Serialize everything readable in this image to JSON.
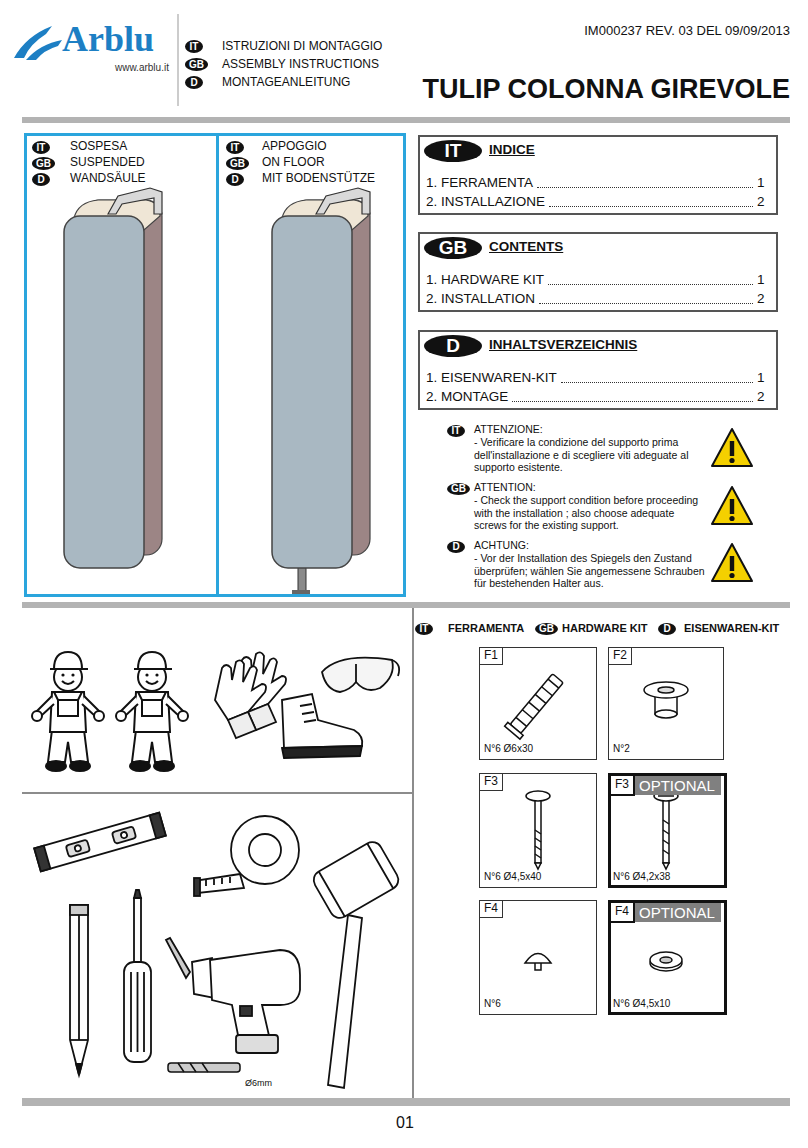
{
  "diagram": {
    "title": "TULIP COLONNA GIREVOLE",
    "nodes": [
      {
        "text": [
          "IT"
        ]
      },
      {
        "text": [
          "GB"
        ]
      },
      {
        "text": [
          "D"
        ]
      },
      {
        "text": [
          "SOSPESA",
          "SUSPENDED",
          "WANDSÄULE"
        ]
      },
      {
        "text": [
          "IT"
        ],
        "in": 3
      },
      {
        "text": [
          "GB"
        ],
        "in": 3
      },
      {
        "text": [
          "D"
        ],
        "in": 3
      },
      {
        "text": [
          "APPOGGIO",
          "ON FLOOR",
          "MIT BODENSTÜTZE"
        ]
      },
      {
        "text": [
          "IT"
        ],
        "in": 7
      },
      {
        "text": [
          "GB"
        ],
        "in": 7
      },
      {
        "text": [
          "D"
        ],
        "in": 7
      },
      {
        "text": [
          "INDICE",
          "1. FERRAMENTA",
          "1",
          "2. INSTALLAZIONE",
          "2"
        ]
      },
      {
        "text": [
          "IT"
        ],
        "in": 11
      },
      {
        "text": [
          "CONTENTS",
          "1. HARDWARE KIT",
          "1",
          "2. INSTALLATION",
          "2"
        ]
      },
      {
        "text": [
          "GB"
        ],
        "in": 13
      },
      {
        "text": [
          "INHALTSVERZEICHNIS",
          "1. EISENWAREN-KIT",
          "1",
          "2. MONTAGE",
          "2"
        ]
      },
      {
        "text": [
          "D"
        ],
        "in": 15
      },
      {
        "text": [
          "IT"
        ]
      },
      {
        "text": [
          "GB"
        ]
      },
      {
        "text": [
          "D"
        ]
      },
      {
        "text": [
          "IT"
        ]
      },
      {
        "text": [
          "GB"
        ]
      },
      {
        "text": [
          "D"
        ]
      },
      {
        "text": [
          "F1",
          "N°6 Ø6x30"
        ]
      },
      {
        "text": [
          "F2",
          "N°2"
        ]
      },
      {
        "text": [
          "F3",
          "N°6 Ø4,5x40"
        ]
      },
      {
        "text": [
          "F3",
          "OPTIONAL",
          "N°6 Ø4,2x38"
        ]
      },
      {
        "text": [
          "F4",
          "N°6"
        ]
      },
      {
        "text": [
          "F4",
          "OPTIONAL",
          "N°6 Ø4,5x10"
        ]
      }
    ],
    "labels": [
      "Arblu",
      "www.arblu.it",
      "ISTRUZIONI DI MONTAGGIO",
      "ASSEMBLY INSTRUCTIONS",
      "MONTAGEANLEITUNG",
      "IM000237 REV. 03 DEL 09/09/2013",
      "ATTENZIONE:",
      "- Verificare la condizione del supporto prima dell'installazione e di scegliere viti adeguate al supporto esistente.",
      "ATTENTION:",
      "- Check the support condition before proceeding with the installation ; also choose adequate screws for the existing support.",
      "ACHTUNG:",
      "- Vor der Installation des Spiegels den Zustand überprüfen; wählen Sie angemessene Schrauben für bestehenden Halter aus.",
      "FERRAMENTA",
      "HARDWARE KIT",
      "EISENWAREN-KIT",
      "Ø6mm",
      "01"
    ]
  }
}
